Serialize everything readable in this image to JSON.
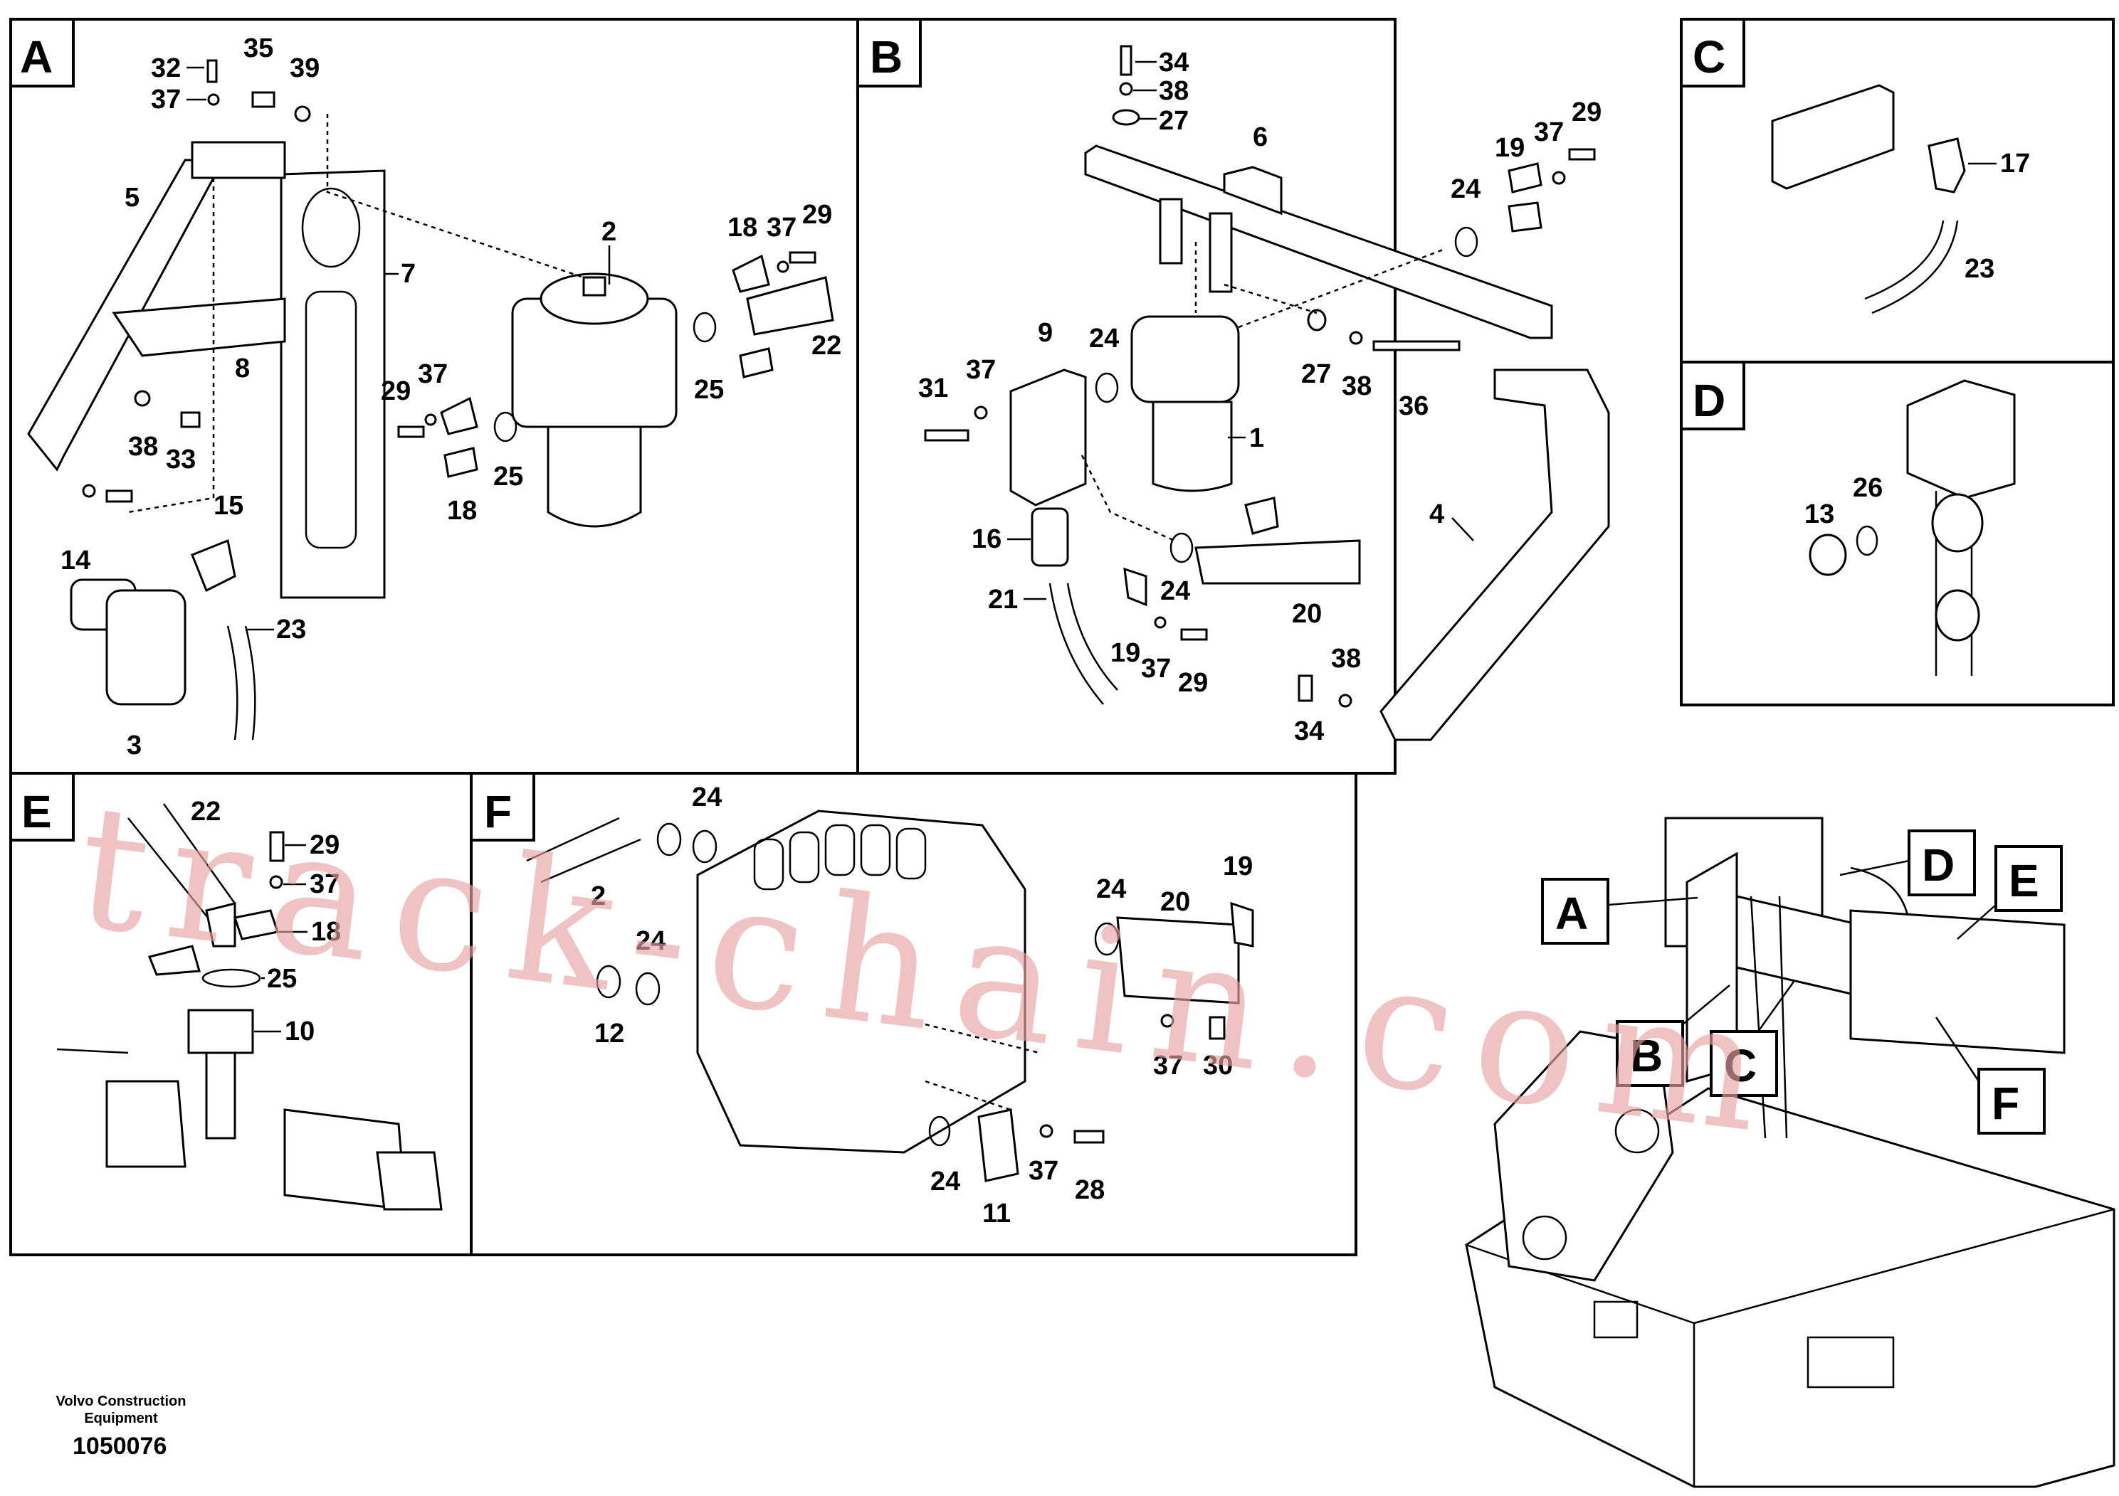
{
  "panels": [
    {
      "letter": "A",
      "labels": [
        "32",
        "35",
        "39",
        "37",
        "5",
        "7",
        "2",
        "18",
        "37",
        "29",
        "8",
        "22",
        "25",
        "29",
        "37",
        "38",
        "33",
        "25",
        "18",
        "15",
        "14",
        "23",
        "3"
      ]
    },
    {
      "letter": "B",
      "labels": [
        "34",
        "38",
        "27",
        "6",
        "29",
        "19",
        "37",
        "24",
        "9",
        "24",
        "31",
        "37",
        "27",
        "38",
        "36",
        "1",
        "4",
        "16",
        "24",
        "21",
        "20",
        "19",
        "37",
        "29",
        "38",
        "34"
      ]
    },
    {
      "letter": "C",
      "labels": [
        "17",
        "23"
      ]
    },
    {
      "letter": "D",
      "labels": [
        "13",
        "26"
      ]
    },
    {
      "letter": "E",
      "labels": [
        "22",
        "29",
        "37",
        "18",
        "25",
        "10"
      ]
    },
    {
      "letter": "F",
      "labels": [
        "24",
        "2",
        "24",
        "12",
        "24",
        "20",
        "19",
        "37",
        "30",
        "24",
        "37",
        "28",
        "11"
      ]
    }
  ],
  "overview": {
    "callouts": [
      "A",
      "D",
      "E",
      "B",
      "C",
      "F"
    ]
  },
  "watermark": "track-chain.com",
  "footer": {
    "company_line1": "Volvo Construction",
    "company_line2": "Equipment",
    "code": "1050076"
  }
}
